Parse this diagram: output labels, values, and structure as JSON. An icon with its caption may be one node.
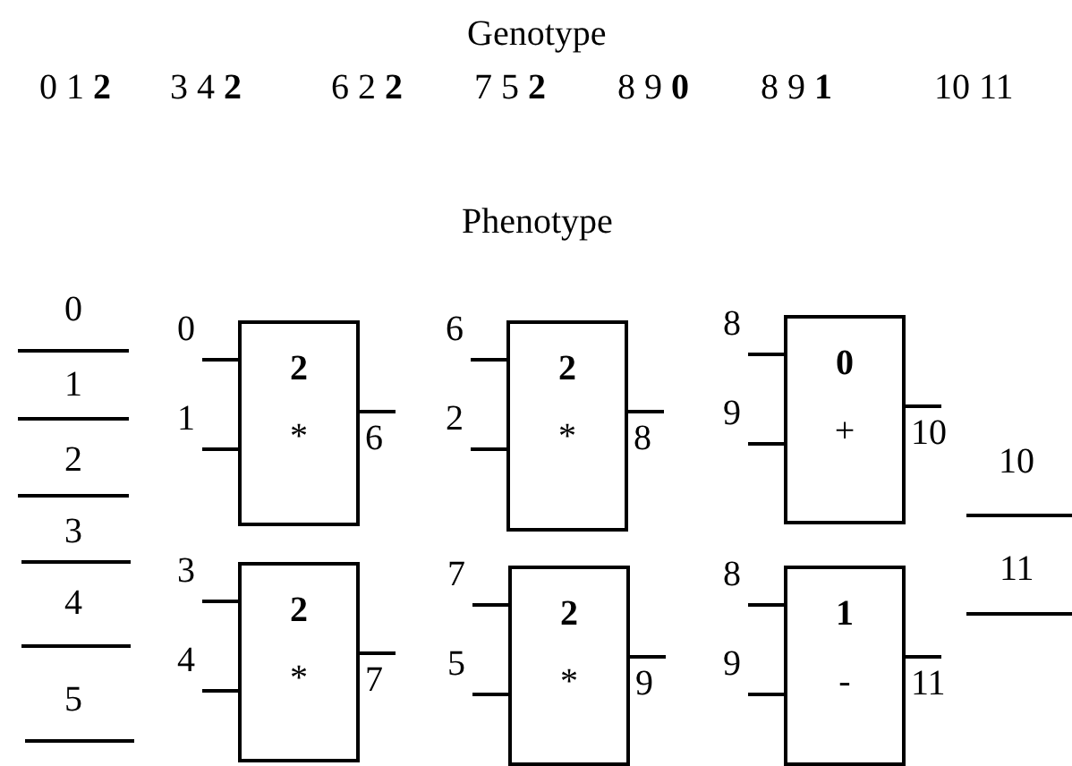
{
  "diagram": {
    "nodes": [
      {
        "text": [
          "2",
          "*"
        ]
      },
      {
        "text": [
          "2",
          "*"
        ]
      },
      {
        "text": [
          "0",
          "+"
        ]
      },
      {
        "text": [
          "2",
          "*"
        ]
      },
      {
        "text": [
          "2",
          "*"
        ]
      },
      {
        "text": [
          "1",
          "-"
        ]
      }
    ],
    "edges": [
      {
        "from": null,
        "to": 0,
        "arrow": "none",
        "label": "0"
      },
      {
        "from": null,
        "to": 0,
        "arrow": "none",
        "label": "1"
      },
      {
        "from": 0,
        "to": null,
        "arrow": "none",
        "label": "6"
      },
      {
        "from": null,
        "to": 1,
        "arrow": "none",
        "label": "6"
      },
      {
        "from": null,
        "to": 1,
        "arrow": "none",
        "label": "2"
      },
      {
        "from": 1,
        "to": null,
        "arrow": "none",
        "label": "8"
      },
      {
        "from": null,
        "to": 2,
        "arrow": "none",
        "label": "8"
      },
      {
        "from": null,
        "to": 2,
        "arrow": "none",
        "label": "9"
      },
      {
        "from": 2,
        "to": null,
        "arrow": "none",
        "label": "10"
      },
      {
        "from": null,
        "to": 3,
        "arrow": "none",
        "label": "3"
      },
      {
        "from": null,
        "to": 3,
        "arrow": "none",
        "label": "4"
      },
      {
        "from": 3,
        "to": null,
        "arrow": "none",
        "label": "7"
      },
      {
        "from": null,
        "to": 4,
        "arrow": "none",
        "label": "7"
      },
      {
        "from": null,
        "to": 4,
        "arrow": "none",
        "label": "5"
      },
      {
        "from": 4,
        "to": null,
        "arrow": "none",
        "label": "9"
      },
      {
        "from": null,
        "to": 5,
        "arrow": "none",
        "label": "8"
      },
      {
        "from": null,
        "to": 5,
        "arrow": "none",
        "label": "9"
      },
      {
        "from": 5,
        "to": null,
        "arrow": "none",
        "label": "11"
      }
    ],
    "labels": [
      "Genotype",
      "0 1 **2**",
      "3 4 **2**",
      "6 2 **2**",
      "7 5 **2**",
      "8 9 **0**",
      "8 9 **1**",
      "10 11",
      "Phenotype",
      "0",
      "1",
      "2",
      "3",
      "4",
      "5",
      "10",
      "11"
    ]
  }
}
